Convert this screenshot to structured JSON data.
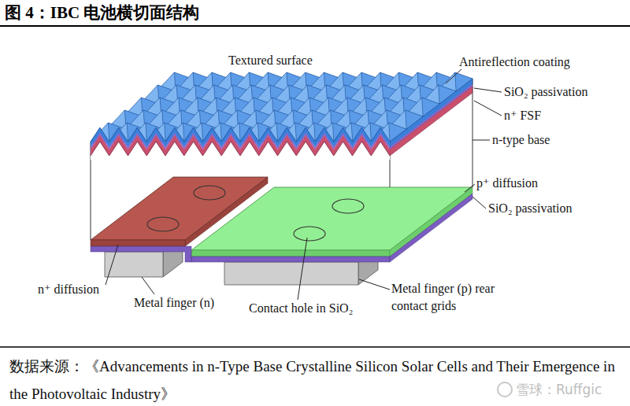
{
  "diagram": {
    "title": "图 4：IBC 电池横切面结构",
    "caption": "数据来源：《Advancements in n-Type Base Crystalline Silicon Solar Cells and Their Emergence in the Photovoltaic Industry》",
    "labels": [
      "Textured surface",
      "Antireflection coating",
      "SiO₂ passivation",
      "n⁺ FSF",
      "n-type base",
      "p⁺ diffusion",
      "SiO₂ passivation",
      "n⁺ diffusion",
      "Metal finger (n)",
      "Contact hole in SiO₂",
      "Metal finger (p) rear contact grids",
      "雪球：Ruffgic"
    ]
  }
}
